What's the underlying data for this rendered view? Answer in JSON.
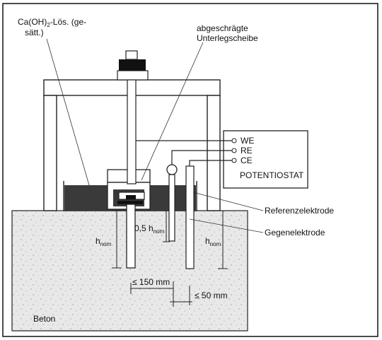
{
  "labels": {
    "solution_main": "Ca(OH)",
    "solution_sub": "2",
    "solution_rest": "-Lös. (ge-",
    "solution_line2": "sätt.)",
    "washer_line1": "abgeschrägte",
    "washer_line2": "Unterlegscheibe",
    "we": "WE",
    "re": "RE",
    "ce": "CE",
    "potentiostat": "POTENTIOSTAT",
    "reference_electrode": "Referenzelektrode",
    "counter_electrode": "Gegenelektrode",
    "half_h_main": "0,5 h",
    "h_main": "h",
    "nom_sub": "nom",
    "dist_150": "≤ 150 mm",
    "dist_50": "≤ 50 mm",
    "concrete": "Beton"
  }
}
